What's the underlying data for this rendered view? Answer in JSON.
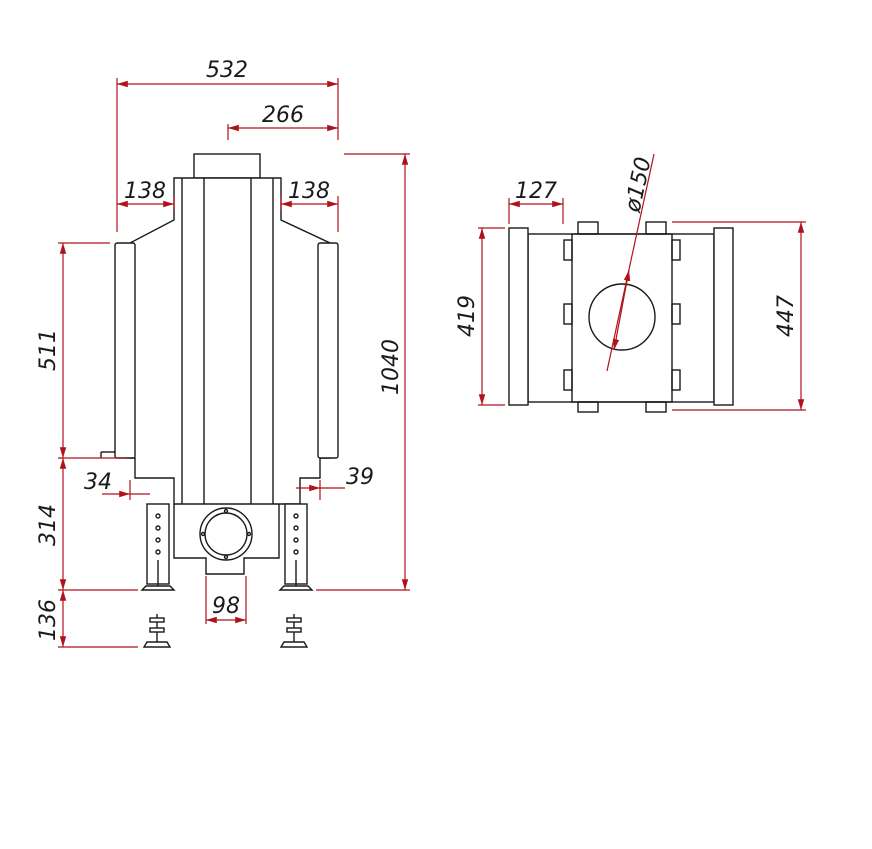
{
  "colors": {
    "dimension": "#b0121b",
    "outline": "#1a1a1a",
    "background": "#ffffff"
  },
  "front_view": {
    "width": "532",
    "outlet_offset": "266",
    "side_left": "138",
    "side_right": "138",
    "height_upper": "511",
    "total_height": "1040",
    "left_gap": "34",
    "right_gap": "39",
    "height_lower": "314",
    "feet_extension": "136",
    "bottom_outlet": "98"
  },
  "top_view": {
    "left_offset": "127",
    "flue_diameter": "ø150",
    "depth_inner": "419",
    "depth_outer": "447"
  }
}
